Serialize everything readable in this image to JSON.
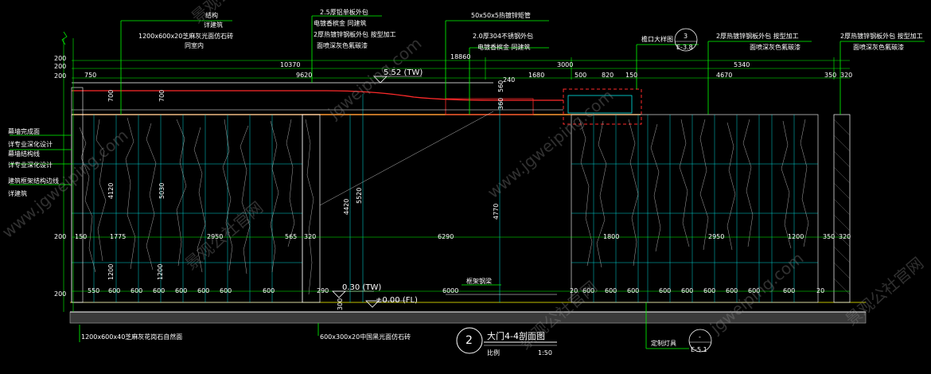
{
  "annotations": {
    "top": [
      "结构",
      "详建筑",
      "1200x600x20芝麻灰光面仿石砖",
      "同室内",
      "2.5厚铝单板外包",
      "电镀香槟金 同建筑",
      "2厚热镀锌钢板外包 按型加工",
      "面喷深灰色氟碳漆",
      "50x50x5热镀锌矩管",
      "2.0厚304不锈钢外包",
      "电镀香槟金 同建筑",
      "檐口大样图",
      "2厚热镀锌钢板外包 按型加工",
      "面喷深灰色氟碳漆",
      "2厚热镀锌钢板外包 按型加工",
      "面喷深灰色氟碳漆"
    ],
    "left": [
      "幕墙完成面",
      "详专业深化设计",
      "幕墙结构线",
      "详专业深化设计",
      "建筑框架结构边线",
      "详建筑"
    ],
    "bottom": [
      "1200x600x40芝麻灰花岗石自然面",
      "600x300x20中国黑光面仿石砖"
    ],
    "mid": [
      "框架钢梁"
    ],
    "lamp": "定制灯具"
  },
  "detail_refs": [
    {
      "num": "3",
      "sheet": "E-3.8"
    },
    {
      "num": "-",
      "sheet": "E-5.1"
    }
  ],
  "levels": {
    "roof": "5.52 (TW)",
    "step": "0.30 (TW)",
    "ground": "±0.00 (FL)"
  },
  "dimensions": {
    "overall": "10370",
    "right_total": "18860",
    "right_a": "3000",
    "right_b": "5340",
    "row1": [
      "750",
      "9620",
      "240",
      "1680",
      "500",
      "820",
      "150",
      "4670",
      "350",
      "320"
    ],
    "left_ticks": [
      "200",
      "200",
      "200"
    ],
    "row_mid": [
      "150",
      "1775",
      "2950",
      "565",
      "320",
      "6290",
      "1800",
      "2950",
      "1200",
      "350",
      "320"
    ],
    "row_bot": [
      "550",
      "600",
      "600",
      "600",
      "600",
      "600",
      "600",
      "600",
      "290",
      "6000",
      "20",
      "600",
      "600",
      "600",
      "600",
      "600",
      "600",
      "600",
      "600",
      "600",
      "20"
    ],
    "v_small": [
      "700",
      "700",
      "360",
      "560",
      "1200",
      "1200"
    ],
    "v_large": [
      "4120",
      "5030",
      "4420",
      "5520",
      "4770"
    ],
    "v_left_mid": "200",
    "v_left_bot": "200",
    "step_h": "300"
  },
  "title": {
    "num": "2",
    "text": "大门4-4剖面图",
    "scale_label": "比例",
    "scale": "1:50"
  },
  "watermarks": [
    "景观公社官网",
    "www.jgweiping.com",
    "jgweiping.com",
    "景观公社官网",
    "www.jgweiping.com",
    "景观公社官网",
    "jgweiping.com",
    "景观公社官网"
  ]
}
